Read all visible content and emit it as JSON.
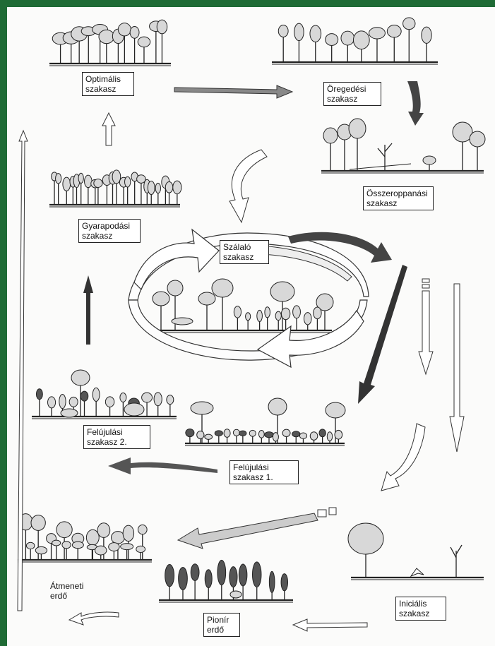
{
  "labels": {
    "optimalis": "Optimális\nszakasz",
    "oregedesi": "Öregedési\nszakasz",
    "osszeroppanasi": "Összeroppanási\nszakasz",
    "gyarapodasi": "Gyarapodási\nszakasz",
    "szalalo": "Szálaló\nszakasz",
    "felujulasi2": "Felújulási\nszakasz 2.",
    "felujulasi1": "Felújulási\nszakasz 1.",
    "atmeneti": "Átmeneti\nerdő",
    "pionir": "Pionír\nerdő",
    "inicialis": "Iniciális\nszakasz"
  },
  "colors": {
    "frame": "#1f6b35",
    "paper": "#fbfbfa",
    "ink": "#222222",
    "crown_light": "#d8d8d8",
    "crown_dark": "#555555",
    "arrow_dark": "#444444",
    "arrow_grey": "#bdbdbd"
  }
}
